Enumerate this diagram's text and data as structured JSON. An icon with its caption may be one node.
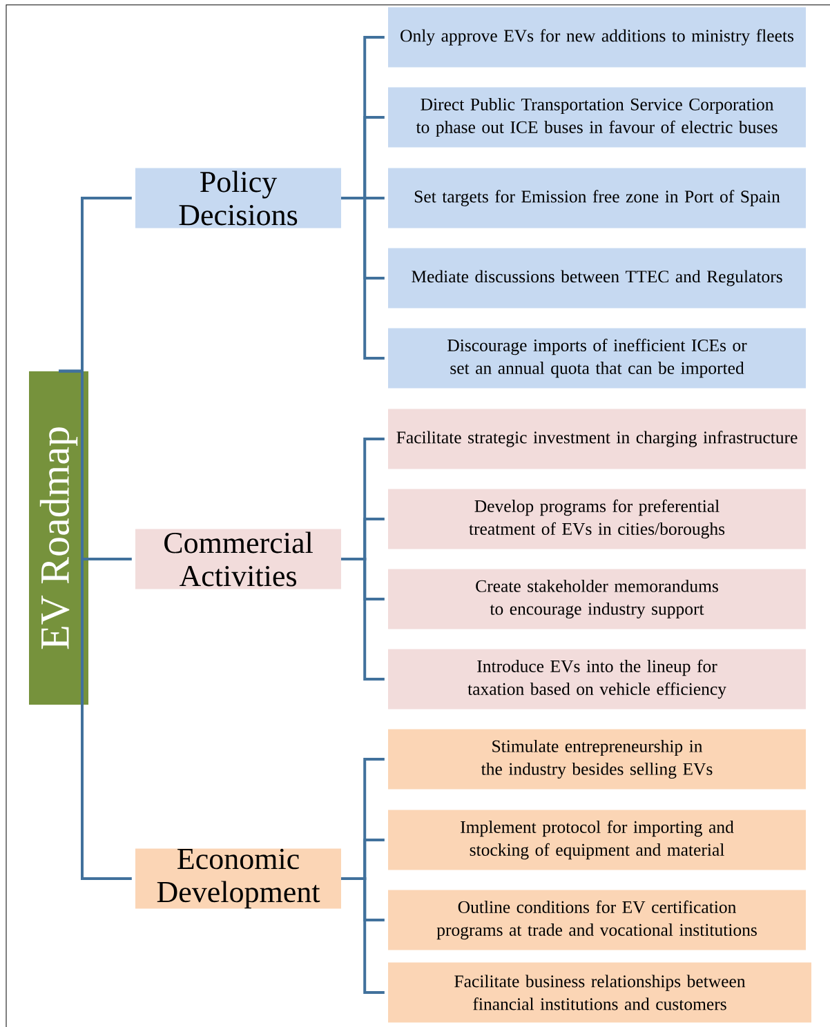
{
  "diagram": {
    "nodes": [
      {
        "text": [
          "EV Roadmap"
        ]
      },
      {
        "text": [
          "Policy Decisions"
        ]
      },
      {
        "text": [
          "Only approve EVs for new additions to ministry fleets"
        ]
      },
      {
        "text": [
          "Direct Public Transportation Service Corporation to phase out ICE buses in favour of electric buses"
        ]
      },
      {
        "text": [
          "Set targets for Emission free zone in Port of Spain"
        ]
      },
      {
        "text": [
          "Mediate discussions between TTEC and Regulators"
        ]
      },
      {
        "text": [
          "Discourage imports of inefficient ICEs or set an annual quota that can be imported"
        ]
      },
      {
        "text": [
          "Commercial Activities"
        ]
      },
      {
        "text": [
          "Facilitate strategic investment in charging infrastructure"
        ]
      },
      {
        "text": [
          "Develop programs for preferential treatment of EVs in cities/boroughs"
        ]
      },
      {
        "text": [
          "Create stakeholder memorandums to encourage industry support"
        ]
      },
      {
        "text": [
          "Introduce EVs into the lineup for taxation based on vehicle efficiency"
        ]
      },
      {
        "text": [
          "Economic Development"
        ]
      },
      {
        "text": [
          "Stimulate entrepreneurship in the industry besides selling EVs"
        ]
      },
      {
        "text": [
          "Implement protocol for importing and stocking of equipment and material"
        ]
      },
      {
        "text": [
          "Outline conditions for EV certification programs at trade and vocational institutions"
        ]
      },
      {
        "text": [
          "Facilitate business relationships between financial institutions and customers"
        ]
      }
    ],
    "edges": [
      {
        "from": 0,
        "to": 1,
        "arrow": "none"
      },
      {
        "from": 0,
        "to": 7,
        "arrow": "none"
      },
      {
        "from": 0,
        "to": 12,
        "arrow": "none"
      },
      {
        "from": 1,
        "to": 2,
        "arrow": "none"
      },
      {
        "from": 1,
        "to": 3,
        "arrow": "none"
      },
      {
        "from": 1,
        "to": 4,
        "arrow": "none"
      },
      {
        "from": 1,
        "to": 5,
        "arrow": "none"
      },
      {
        "from": 1,
        "to": 6,
        "arrow": "none"
      },
      {
        "from": 7,
        "to": 8,
        "arrow": "none"
      },
      {
        "from": 7,
        "to": 9,
        "arrow": "none"
      },
      {
        "from": 7,
        "to": 10,
        "arrow": "none"
      },
      {
        "from": 7,
        "to": 11,
        "arrow": "none"
      },
      {
        "from": 12,
        "to": 13,
        "arrow": "none"
      },
      {
        "from": 12,
        "to": 14,
        "arrow": "none"
      },
      {
        "from": 12,
        "to": 15,
        "arrow": "none"
      },
      {
        "from": 12,
        "to": 16,
        "arrow": "none"
      }
    ]
  }
}
